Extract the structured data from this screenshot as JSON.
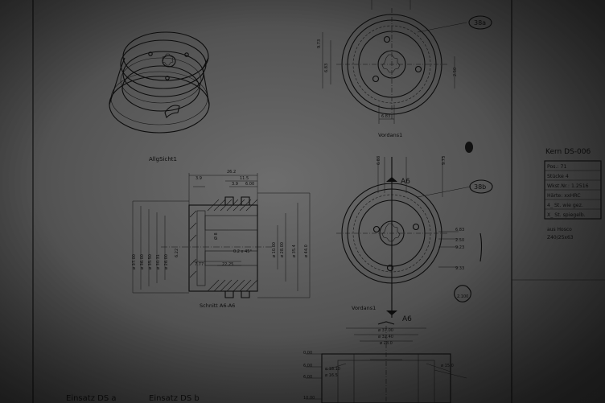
{
  "views": {
    "iso_label": "AllgSicht1",
    "front_label_a": "Vordans1",
    "front_label_b": "Vordans1",
    "section_label": "Schnitt A6-A6"
  },
  "balloons": {
    "a": "38a",
    "b": "38b"
  },
  "cut_marks": {
    "top": "A6",
    "bottom": "A6"
  },
  "title_block": {
    "title": "Kern DS-006",
    "rows": [
      "Pos.: 71",
      "Stücke 4",
      "Wkst.Nr.: 1.2516",
      "Härte: xxHRC",
      "4_ St. wie gez.",
      "X_ St. spiegelb."
    ],
    "note1": "aus Hosco",
    "note2": "Z40/25x63"
  },
  "bottom_labels": {
    "left": "Einsatz DS a",
    "right": "Einsatz DS b"
  },
  "dims": {
    "top_a": [
      "9.73",
      "6.83",
      "6.83",
      "2.50"
    ],
    "top_b": [
      "6.83",
      "9.73"
    ],
    "side_b": [
      "6.83",
      "2.50",
      "9.23",
      "9.33"
    ],
    "detail_b": "2.100",
    "section_top": [
      "26.2",
      "11.5",
      "3.9",
      "3.9",
      "6.00"
    ],
    "section_left": [
      "ø 37.00",
      "ø 36.00",
      "ø 35.50",
      "ø 30.31",
      "ø 26.00"
    ],
    "section_right": [
      "ø 10.00",
      "ø 28.00",
      "ø 35.4",
      "ø 44.0"
    ],
    "section_misc": [
      "6.22",
      "7.77",
      "22.25",
      "0.2 x 45°",
      "Ø 8"
    ],
    "bottom_dims": [
      "ø 37.00",
      "ø 32.40",
      "ø 28.0",
      "ø 18.10",
      "ø 16.5",
      "ø 15.0"
    ],
    "bottom_left": [
      "0.00",
      "6.00",
      "6.00",
      "10.00"
    ]
  }
}
